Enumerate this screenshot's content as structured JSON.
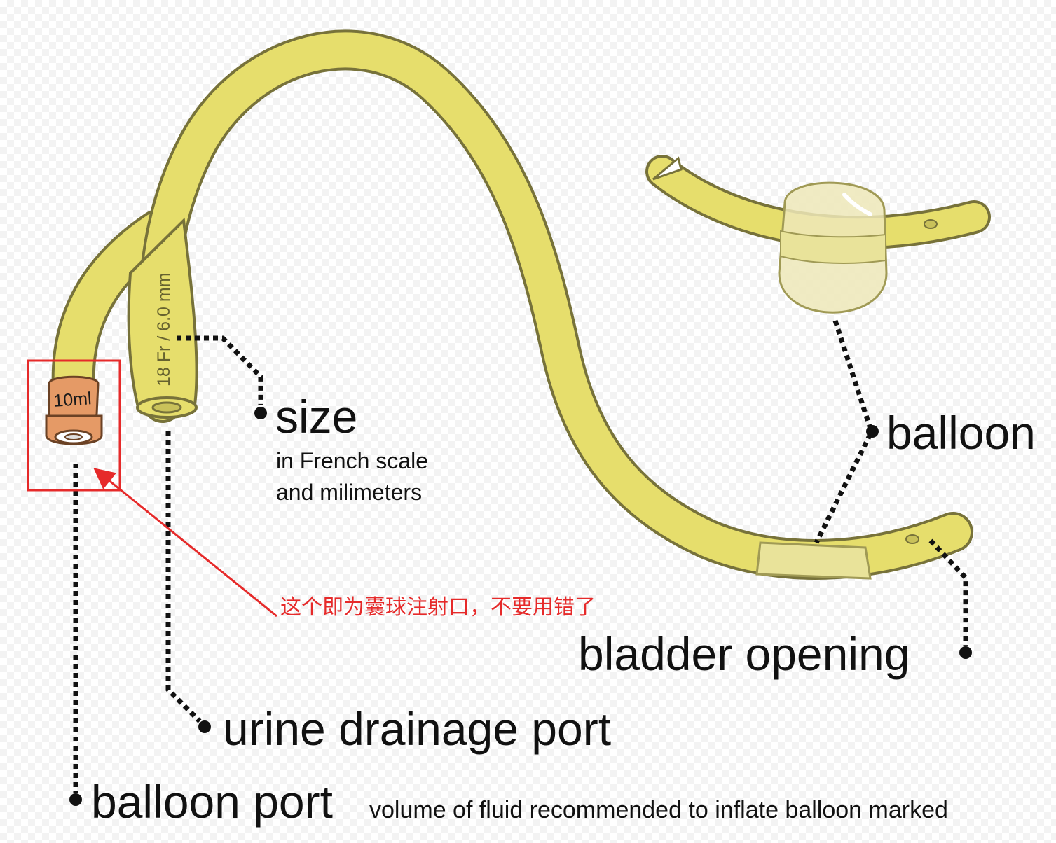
{
  "colors": {
    "tube_fill": "#e6de6c",
    "tube_stroke": "#77723a",
    "balloon_fill": "#ede8b8",
    "band_fill": "#e9e39a",
    "valve_orange": "#e59a66",
    "annotation_red": "#e62a2a",
    "label_text": "#111111"
  },
  "catheter": {
    "size_marking": "18 Fr / 6.0 mm",
    "valve_marking": "10ml"
  },
  "labels": {
    "size": "size",
    "size_sub1": "in French scale",
    "size_sub2": "and milimeters",
    "balloon": "balloon",
    "bladder_opening": "bladder opening",
    "urine_drainage_port": "urine drainage port",
    "balloon_port": "balloon port",
    "balloon_port_note": "volume of fluid recommended to inflate balloon marked"
  },
  "annotation": {
    "text": "这个即为囊球注射口，不要用错了"
  }
}
